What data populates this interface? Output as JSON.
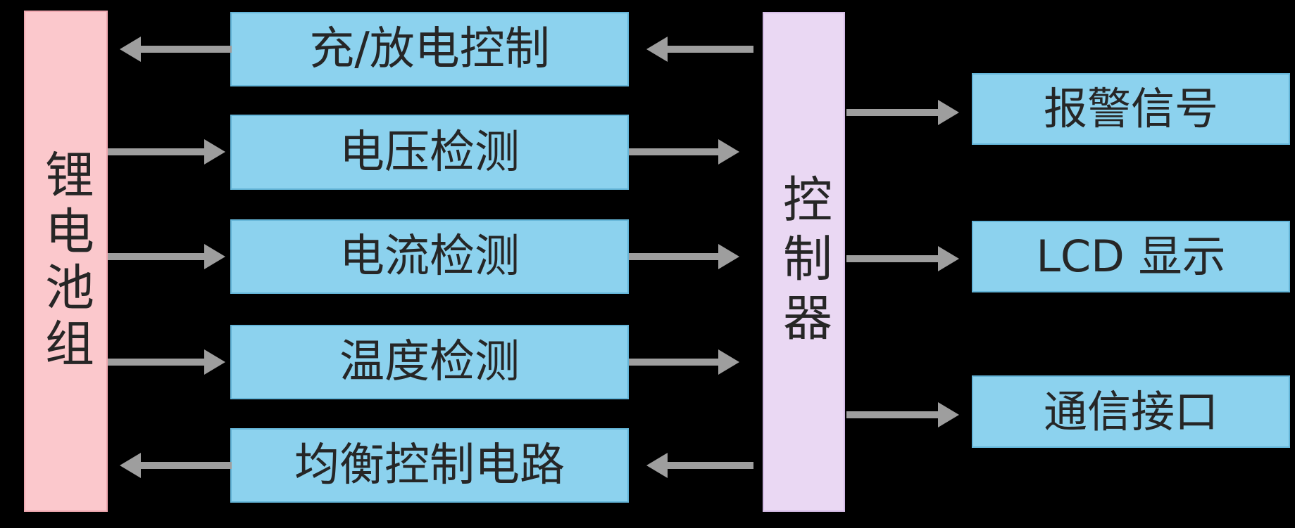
{
  "diagram": {
    "type": "block-diagram",
    "subject": "lithium-battery-management-system",
    "nodes": {
      "battery": {
        "label": "锂电池组",
        "orientation": "vertical",
        "color": "#FBC8CC"
      },
      "charge_discharge": {
        "label": "充/放电控制",
        "orientation": "horizontal",
        "color": "#8CD2EE"
      },
      "voltage": {
        "label": "电压检测",
        "orientation": "horizontal",
        "color": "#8CD2EE"
      },
      "current": {
        "label": "电流检测",
        "orientation": "horizontal",
        "color": "#8CD2EE"
      },
      "temperature": {
        "label": "温度检测",
        "orientation": "horizontal",
        "color": "#8CD2EE"
      },
      "balance": {
        "label": "均衡控制电路",
        "orientation": "horizontal",
        "color": "#8CD2EE"
      },
      "controller": {
        "label": "控制器",
        "orientation": "vertical",
        "color": "#EAD8F3"
      },
      "alarm": {
        "label": "报警信号",
        "orientation": "horizontal",
        "color": "#8CD2EE"
      },
      "lcd": {
        "label": "LCD 显示",
        "orientation": "horizontal",
        "color": "#8CD2EE"
      },
      "comm": {
        "label": "通信接口",
        "orientation": "horizontal",
        "color": "#8CD2EE"
      }
    },
    "edges": [
      {
        "from": "charge_discharge",
        "to": "battery"
      },
      {
        "from": "battery",
        "to": "voltage"
      },
      {
        "from": "battery",
        "to": "current"
      },
      {
        "from": "battery",
        "to": "temperature"
      },
      {
        "from": "balance",
        "to": "battery"
      },
      {
        "from": "controller",
        "to": "charge_discharge"
      },
      {
        "from": "voltage",
        "to": "controller"
      },
      {
        "from": "current",
        "to": "controller"
      },
      {
        "from": "temperature",
        "to": "controller"
      },
      {
        "from": "controller",
        "to": "balance"
      },
      {
        "from": "controller",
        "to": "alarm"
      },
      {
        "from": "controller",
        "to": "lcd"
      },
      {
        "from": "controller",
        "to": "comm"
      }
    ]
  },
  "colors": {
    "background": "#000000",
    "battery": "#FBC8CC",
    "battery-border": "#F0A9B1",
    "module": "#8CD2EE",
    "module-border": "#64B5D8",
    "controller": "#EAD8F3",
    "controller-border": "#D5BCE6",
    "arrow": "#9E9E9E",
    "text": "#262626"
  }
}
